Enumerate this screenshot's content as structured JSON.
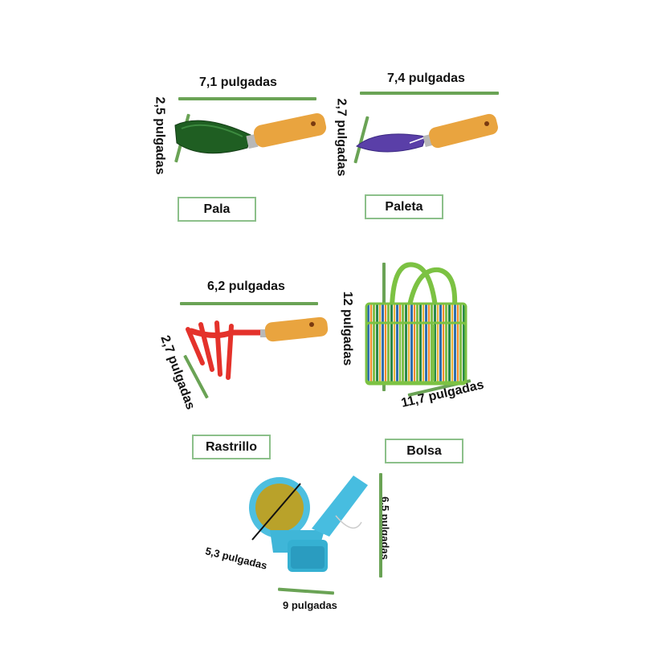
{
  "colors": {
    "accent_line": "#6aa355",
    "box_border": "#8cc08a"
  },
  "items": {
    "pala": {
      "name": "Pala",
      "width": "7,1 pulgadas",
      "height": "2,5 pulgadas"
    },
    "paleta": {
      "name": "Paleta",
      "width": "7,4 pulgadas",
      "height": "2,7 pulgadas"
    },
    "rastrillo": {
      "name": "Rastrillo",
      "width": "6,2 pulgadas",
      "height": "2,7 pulgadas"
    },
    "bolsa": {
      "name": "Bolsa",
      "height": "12 pulgadas",
      "width": "11,7 pulgadas"
    },
    "regadera": {
      "diameter": "5,3 pulgadas",
      "height": "6,5 pulgadas",
      "width": "9 pulgadas"
    }
  }
}
